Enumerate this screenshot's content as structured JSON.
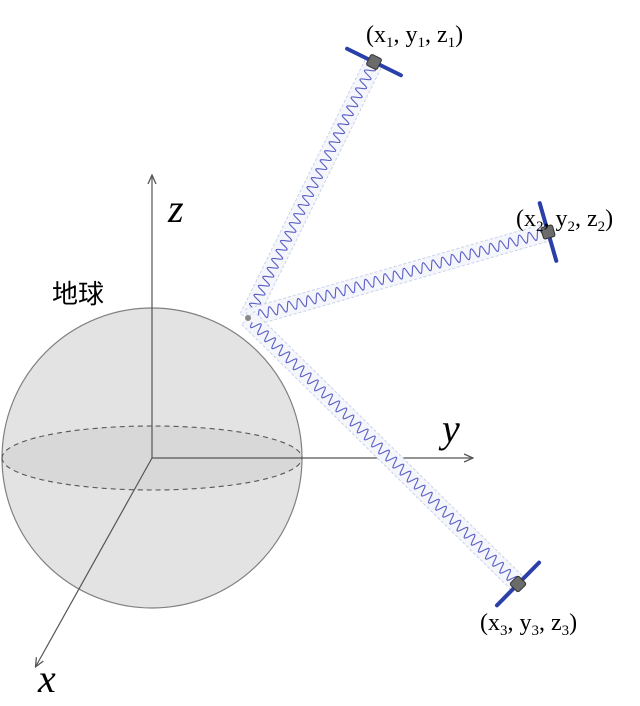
{
  "earth_label": "地球",
  "axes": {
    "x": "x",
    "y": "y",
    "z": "z"
  },
  "satellites": [
    {
      "open": "(",
      "x": "x",
      "x_sub": "1",
      "y": "y",
      "y_sub": "1",
      "z": "z",
      "z_sub": "1",
      "close": ")",
      "sep": ", "
    },
    {
      "open": "(",
      "x": "x",
      "x_sub": "2",
      "y": "y",
      "y_sub": "2",
      "z": "z",
      "z_sub": "2",
      "close": ")",
      "sep": ", "
    },
    {
      "open": "(",
      "x": "x",
      "x_sub": "3",
      "y": "y",
      "y_sub": "3",
      "z": "z",
      "z_sub": "3",
      "close": ")",
      "sep": ", "
    }
  ],
  "colors": {
    "earth_fill": "#e3e3e3",
    "earth_band": "#d0d0d0",
    "axis": "#555555",
    "signal_wave": "#5b5fc7",
    "signal_band": "#c9d3ea",
    "panel": "#2a3fa8",
    "satellite_body": "#6b6b6b"
  }
}
